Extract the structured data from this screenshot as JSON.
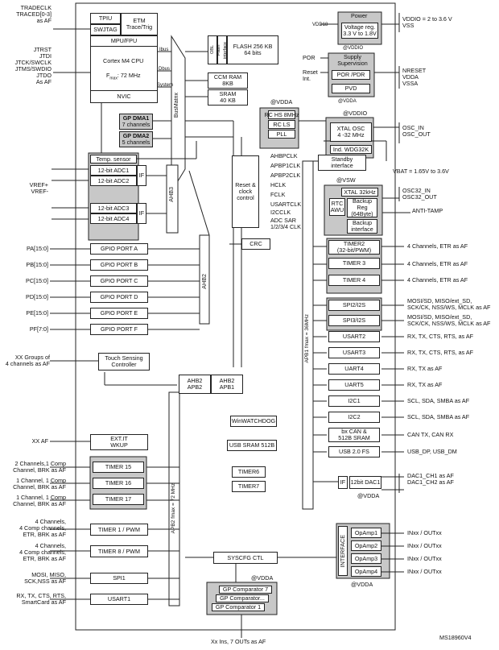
{
  "cpu": {
    "tpiu": "TPIU",
    "swjtag": "SWJTAG",
    "etm": "ETM",
    "trace_trig": "Trace/Trig",
    "mpu": "MPU/FPU",
    "core": "Cortex M4 CPU",
    "fmax_prefix": "F",
    "fmax_sub": "max",
    "fmax_suffix": ": 72 MHz",
    "nvic": "NVIC",
    "ibus": "Ibus",
    "dbus": "Dbus",
    "system": "System",
    "busmatrix": "BusMatrix"
  },
  "memory": {
    "obl": "OBL",
    "flash_interface": "Flash interface",
    "flash": "FLASH 256 KB\n64 bits",
    "ccm": "CCM RAM\n8KB",
    "sram": "SRAM\n40 KB"
  },
  "dma": {
    "dma1_title": "GP DMA1",
    "dma1_sub": "7 channels",
    "dma2_title": "GP DMA2",
    "dma2_sub": "5 channels"
  },
  "adc": {
    "temp": "Temp. sensor",
    "adc1": "12-bit ADC1",
    "adc2": "12-bit ADC2",
    "adc3": "12-bit ADC3",
    "adc4": "12-bit ADC4",
    "if": "IF",
    "vref_plus": "VREF+",
    "vref_minus": "VREF-",
    "ahb3": "AHB3"
  },
  "left_pins": {
    "tradeclk": "TRADECLK\nTRACED[0-3]\nas AF",
    "jtag": "JTRST\nJTDI\nJTCK/SWCLK\nJTMS/SWDIO\nJTDO\nAs AF"
  },
  "gpio": {
    "labels": [
      "PA[15:0]",
      "PB[15:0]",
      "PC[15:0]",
      "PD[15:0]",
      "PE[15:0]",
      "PF[7:0]"
    ],
    "ports": [
      "GPIO PORT A",
      "GPIO PORT B",
      "GPIO PORT C",
      "GPIO PORT D",
      "GPIO PORT E",
      "GPIO PORT F"
    ],
    "ahb2": "AHB2"
  },
  "touch": {
    "left": "XX Groups of\n4 channels as AF",
    "block": "Touch Sensing\nController"
  },
  "exti": {
    "left": "XX AF",
    "block": "EXT.IT\nWKUP"
  },
  "apb2": {
    "bus": "APB2  fmax = 72 MHz",
    "timers_left": [
      "2 Channels,1 Comp\nChannel, BRK as AF",
      "1 Channel, 1 Comp\nChannel, BRK as AF",
      "1 Channel, 1 Comp\nChannel, BRK as AF"
    ],
    "timers": [
      "TIMER 15",
      "TIMER 16",
      "TIMER 17"
    ],
    "pwm_left": [
      "4 Channels,\n4 Comp channels,\nETR, BRK as AF",
      "4 Channels,\n4 Comp channels,\nETR, BRK as AF"
    ],
    "pwm": [
      "TIMER 1 / PWM",
      "TIMER 8 / PWM"
    ],
    "spi1_left": "MOSI, MISO,\nSCK,NSS as AF",
    "spi1": "SPI1",
    "usart1_left": "RX, TX, CTS, RTS,\nSmartCard as AF",
    "usart1": "USART1"
  },
  "bridge": {
    "ahb2_apb2": "AHB2\nAPB2",
    "ahb2_apb1": "AHB2\nAPB1"
  },
  "center": {
    "reset_clock": "Reset &\nclock\ncontrol",
    "clocks": [
      "AHBPCLK",
      "APBP1CLK",
      "APBP2CLK",
      "HCLK",
      "FCLK",
      "USARTCLK",
      "I2CCLK",
      "ADC SAR\n1/2/3/4 CLK"
    ],
    "crc": "CRC",
    "winwatchdog": "WinWATCHDOG",
    "usb_sram": "USB SRAM 512B",
    "timer6": "TIMER6",
    "timer7": "TIMER7",
    "syscfg": "SYSCFG CTL",
    "gp_comp7": "GP Comparator 7",
    "gp_comp_mid": "GP Comparator...",
    "gp_comp1": "GP Comparator 1",
    "vdda_comp": "@VDDA",
    "bottom_label": "Xx Ins, 7 OUTs as AF"
  },
  "clocks_top": {
    "rc_hs": "RC HS 8MHz",
    "rc_ls": "RC LS",
    "pll": "PLL",
    "vdda": "@VDDA",
    "vddio": "@VDDIO",
    "xtal": "XTAL OSC\n4 -32 MHz",
    "wdg": "Ind. WDG32K",
    "standby": "Standby\ninterface",
    "osc": "OSC_IN\nOSC_OUT"
  },
  "power": {
    "vdd18": "VDD18",
    "title": "Power",
    "reg": "Voltage reg.\n3.3 V to 1.8V",
    "vddio": "@VDDIO",
    "range": "VDDIO = 2 to 3.6 V\nVSS",
    "supply_title": "Supply\nSupervision",
    "por_pdr": "POR /PDR",
    "pvd": "PVD",
    "por": "POR",
    "reset_int": "Reset\nInt.",
    "nreset": "NRESET\nVDDA\nVSSA",
    "vdda_supply": "@VDDA"
  },
  "rtc": {
    "vsw": "@VSW",
    "vbat": "VBAT = 1.65V to 3.6V",
    "xtal": "XTAL 32kHz",
    "rtc_awu": "RTC\nAWU",
    "backup_reg": "Backup\nReg\n(64Byte)",
    "backup_if": "Backup\ninterface",
    "osc32": "OSC32_IN\nOSC32_OUT",
    "antitamp": "ANTI-TAMP"
  },
  "apb1": {
    "bus": "APB1  fmax = 36MHz",
    "blocks": [
      "TIMER2\n(32-bit/PWM)",
      "TIMER 3",
      "TIMER 4",
      "SPI2/I2S",
      "SPI3/I2S",
      "USART2",
      "USART3",
      "UART4",
      "UART5",
      "I2C1",
      "I2C2",
      "bx CAN &\n512B SRAM",
      "USB 2.0 FS"
    ],
    "right": [
      "4 Channels, ETR as AF",
      "4 Channels, ETR as AF",
      "4 Channels, ETR as AF",
      "MOSI/SD, MISO/ext_SD,\nSCK/CK, NSS/WS, MCLK as AF",
      "MOSI/SD, MISO/ext_SD,\nSCK/CK, NSS/WS, MCLK as AF",
      "RX, TX, CTS, RTS, as AF",
      "RX, TX, CTS, RTS, as AF",
      "RX, TX as AF",
      "RX, TX as AF",
      "SCL, SDA, SMBA as AF",
      "SCL, SDA, SMBA as AF",
      "CAN TX, CAN RX",
      "USB_DP, USB_DM"
    ]
  },
  "dac": {
    "if": "IF",
    "dac": "12bit DAC1",
    "vdda": "@VDDA",
    "right": "DAC1_CH1 as AF\nDAC1_CH2 as AF"
  },
  "opamp": {
    "interface": "INTERFACE",
    "blocks": [
      "OpAmp1",
      "OpAmp2",
      "OpAmp3",
      "OpAmp4"
    ],
    "right": [
      "INxx / OUTxx",
      "INxx / OUTxx",
      "INxx / OUTxx",
      "INxx / OUTxx"
    ],
    "vdda": "@VDDA"
  },
  "footer": {
    "code": "MS18960V4"
  }
}
